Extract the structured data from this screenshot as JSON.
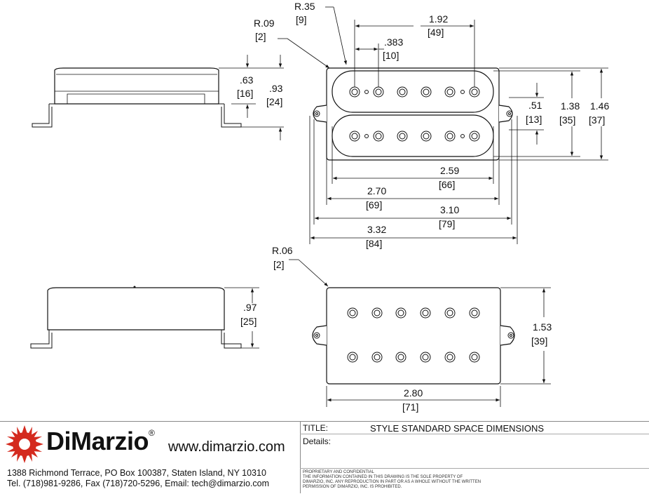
{
  "dimensions": {
    "r35": "R.35",
    "r35_mm": "[9]",
    "r09": "R.09",
    "r09_mm": "[2]",
    "d192": "1.92",
    "d192_mm": "[49]",
    "d383": ".383",
    "d383_mm": "[10]",
    "d63": ".63",
    "d63_mm": "[16]",
    "d93": ".93",
    "d93_mm": "[24]",
    "d51": ".51",
    "d51_mm": "[13]",
    "d138": "1.38",
    "d138_mm": "[35]",
    "d146": "1.46",
    "d146_mm": "[37]",
    "d259": "2.59",
    "d259_mm": "[66]",
    "d270": "2.70",
    "d270_mm": "[69]",
    "d310": "3.10",
    "d310_mm": "[79]",
    "d332": "3.32",
    "d332_mm": "[84]",
    "r06": "R.06",
    "r06_mm": "[2]",
    "d97": ".97",
    "d97_mm": "[25]",
    "d153": "1.53",
    "d153_mm": "[39]",
    "d280": "2.80",
    "d280_mm": "[71]"
  },
  "title_block": {
    "brand": "DiMarzio",
    "registered": "®",
    "website": "www.dimarzio.com",
    "address_line1": "1388 Richmond Terrace, PO Box 100387, Staten Island, NY 10310",
    "address_line2": "Tel. (718)981-9286, Fax (718)720-5296, Email: tech@dimarzio.com",
    "title_label": "TITLE:",
    "title_value": "STYLE STANDARD SPACE DIMENSIONS",
    "details_label": "Details:",
    "proprietary": "PROPRIETARY AND CONFIDENTIAL",
    "notice": "THE INFORMATION CONTAINED IN THIS DRAWING IS THE SOLE PROPERTY OF DIMARZIO, INC. ANY REPRODUCTION IN PART OR AS A WHOLE WITHOUT THE WRITTEN PERMISSION OF DIMARZIO, INC. IS PROHIBITED."
  },
  "colors": {
    "logo_red": "#d42a1e",
    "ink": "#111111"
  }
}
